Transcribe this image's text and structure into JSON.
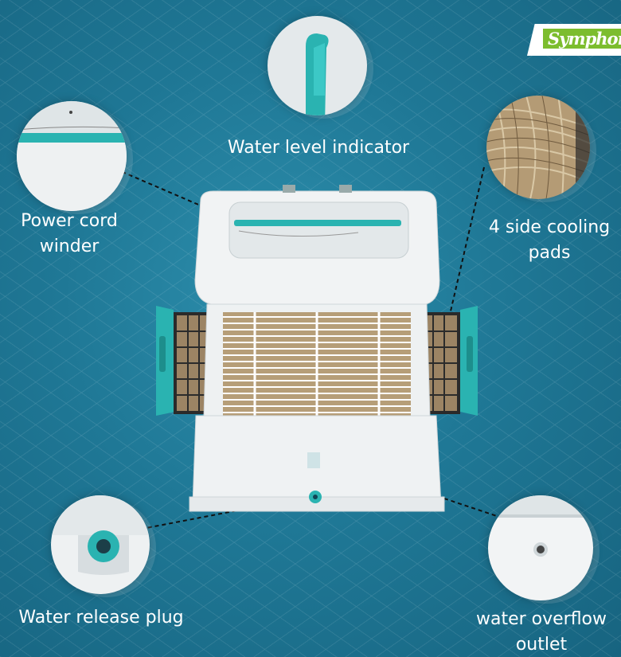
{
  "brand": {
    "name": "Symphony",
    "logo_color": "#7cbd2e"
  },
  "accent_color": "#2ab3b1",
  "callouts": {
    "water_level": {
      "label": "Water level indicator"
    },
    "power_cord": {
      "label_line1": "Power cord",
      "label_line2": "winder"
    },
    "cooling_pads": {
      "label_line1": "4 side cooling",
      "label_line2": "pads"
    },
    "release_plug": {
      "label": "Water release plug"
    },
    "overflow": {
      "label_line1": "water overflow",
      "label_line2": "outlet"
    }
  }
}
